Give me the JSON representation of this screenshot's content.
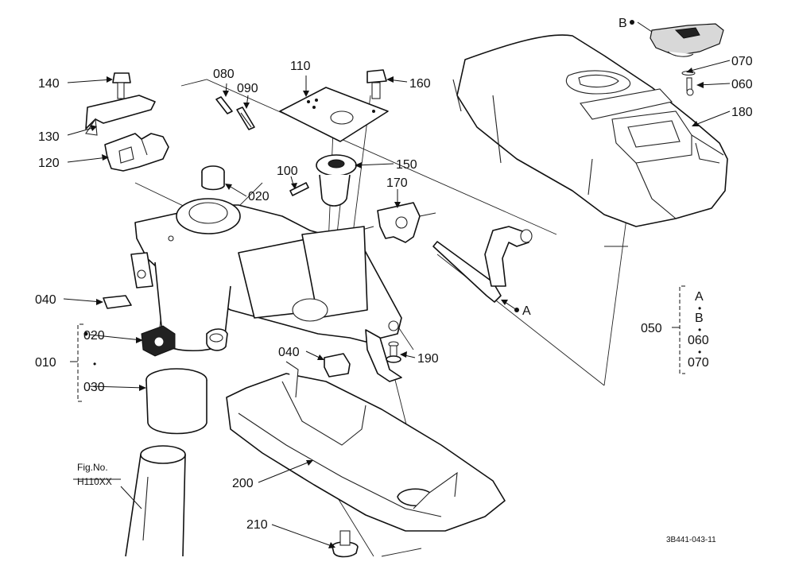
{
  "parts": {
    "p010": "010",
    "p020a": "020",
    "p020b": "020",
    "p030": "030",
    "p040a": "040",
    "p040b": "040",
    "p050": "050",
    "p060": "060",
    "p070": "070",
    "p080": "080",
    "p090": "090",
    "p100": "100",
    "p110": "110",
    "p120": "120",
    "p130": "130",
    "p140": "140",
    "p150": "150",
    "p160": "160",
    "p170": "170",
    "p180": "180",
    "p190": "190",
    "p200": "200",
    "p210": "210"
  },
  "refs": {
    "a": "A",
    "b": "B"
  },
  "kit_050": [
    "A",
    "B",
    "060",
    "070"
  ],
  "kit_010": [
    "020",
    "030"
  ],
  "dot_sep": "•",
  "figno": {
    "line1": "Fig.No.",
    "line2": "H110XX"
  },
  "drawing_code": "3B441-043-11"
}
